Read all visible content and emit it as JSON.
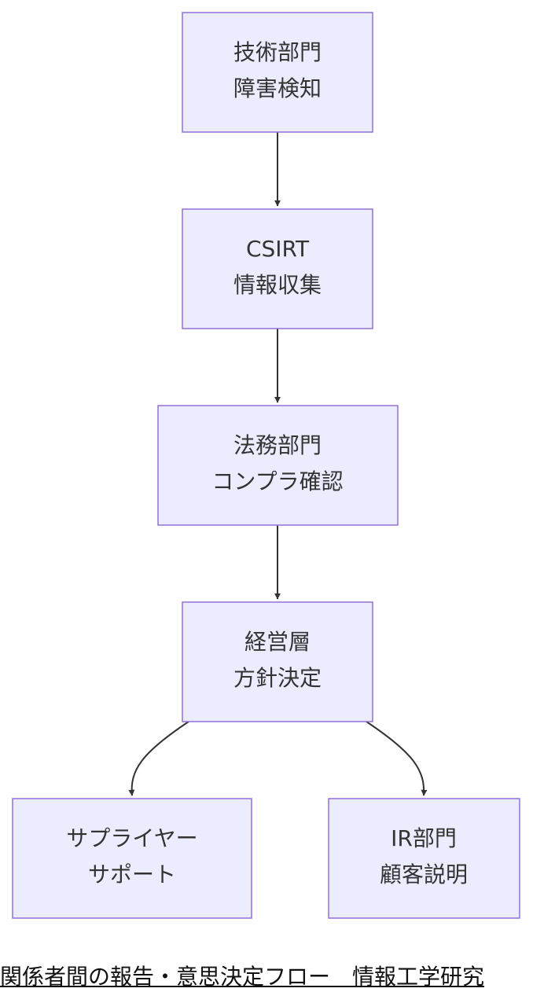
{
  "nodes": [
    {
      "id": "tech",
      "lines": [
        "技術部門",
        "障害検知"
      ]
    },
    {
      "id": "csirt",
      "lines": [
        "CSIRT",
        "情報収集"
      ]
    },
    {
      "id": "legal",
      "lines": [
        "法務部門",
        "コンプラ確認"
      ]
    },
    {
      "id": "mgmt",
      "lines": [
        "経営層",
        "方針決定"
      ]
    },
    {
      "id": "supplier",
      "lines": [
        "サプライヤー",
        "サポート"
      ]
    },
    {
      "id": "ir",
      "lines": [
        "IR部門",
        "顧客説明"
      ]
    }
  ],
  "edges": [
    {
      "from": "tech",
      "to": "csirt"
    },
    {
      "from": "csirt",
      "to": "legal"
    },
    {
      "from": "legal",
      "to": "mgmt"
    },
    {
      "from": "mgmt",
      "to": "supplier"
    },
    {
      "from": "mgmt",
      "to": "ir"
    }
  ],
  "caption": "関係者間の報告・意思決定フロー　情報工学研究",
  "colors": {
    "node_fill": "#ececff",
    "node_stroke": "#9370db",
    "edge": "#333333",
    "text": "#333333"
  }
}
